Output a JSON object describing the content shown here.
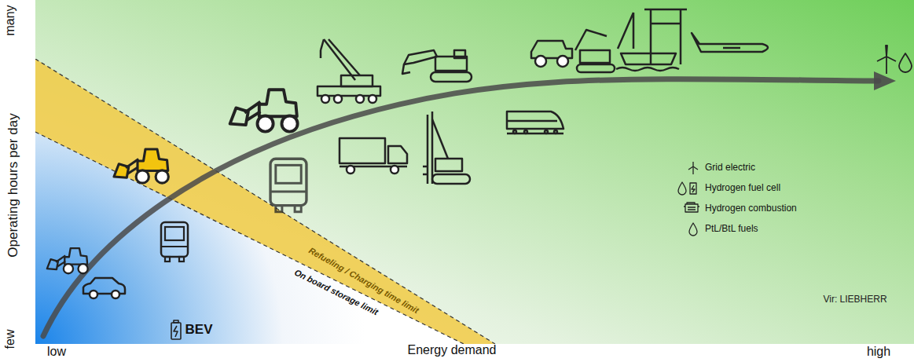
{
  "diagram": {
    "nodes": [
      {
        "text": [
          "Refueling / Charging time limit"
        ]
      }
    ],
    "edges": [],
    "labels": [
      "many",
      "Operating hours per day",
      "few",
      "low",
      "Energy demand",
      "high",
      "On board storage limit",
      "BEV",
      "Vir: LIEBHERR"
    ],
    "legend": [
      {
        "text": "Grid electric"
      },
      {
        "text": "Hydrogen fuel cell"
      },
      {
        "text": "Hydrogen combustion"
      },
      {
        "text": "PtL/BtL fuels"
      }
    ]
  }
}
